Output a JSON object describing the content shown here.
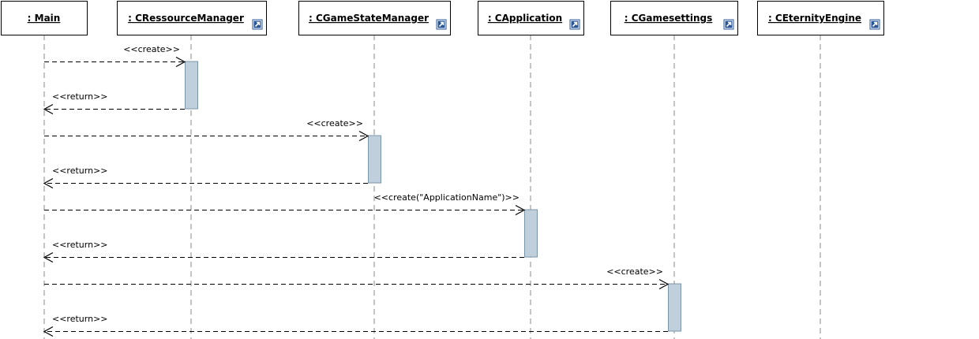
{
  "diagram": {
    "type": "uml-sequence",
    "colors": {
      "box_border": "#000000",
      "lifeline": "#8a8a8a",
      "activation_fill": "#bfcfdb",
      "activation_border": "#7b95a8",
      "link_icon_bg": "#2b5797"
    },
    "lifelines": [
      {
        "id": "main",
        "label": ": Main",
        "has_link_icon": false
      },
      {
        "id": "res",
        "label": ": CRessourceManager",
        "has_link_icon": true
      },
      {
        "id": "gsm",
        "label": ": CGameStateManager",
        "has_link_icon": true
      },
      {
        "id": "app",
        "label": ": CApplication",
        "has_link_icon": true
      },
      {
        "id": "gset",
        "label": ": CGamesettings",
        "has_link_icon": true
      },
      {
        "id": "eng",
        "label": ": CEternityEngine",
        "has_link_icon": true
      }
    ],
    "messages": [
      {
        "from": "main",
        "to": "res",
        "label": "<<create>>",
        "kind": "create"
      },
      {
        "from": "res",
        "to": "main",
        "label": "<<return>>",
        "kind": "return"
      },
      {
        "from": "main",
        "to": "gsm",
        "label": "<<create>>",
        "kind": "create"
      },
      {
        "from": "gsm",
        "to": "main",
        "label": "<<return>>",
        "kind": "return"
      },
      {
        "from": "main",
        "to": "app",
        "label": "<<create(\"ApplicationName\")>>",
        "kind": "create"
      },
      {
        "from": "app",
        "to": "main",
        "label": "<<return>>",
        "kind": "return"
      },
      {
        "from": "main",
        "to": "gset",
        "label": "<<create>>",
        "kind": "create"
      },
      {
        "from": "gset",
        "to": "main",
        "label": "<<return>>",
        "kind": "return"
      }
    ],
    "activations": [
      {
        "lifeline": "res"
      },
      {
        "lifeline": "gsm"
      },
      {
        "lifeline": "app"
      },
      {
        "lifeline": "gset"
      }
    ]
  }
}
